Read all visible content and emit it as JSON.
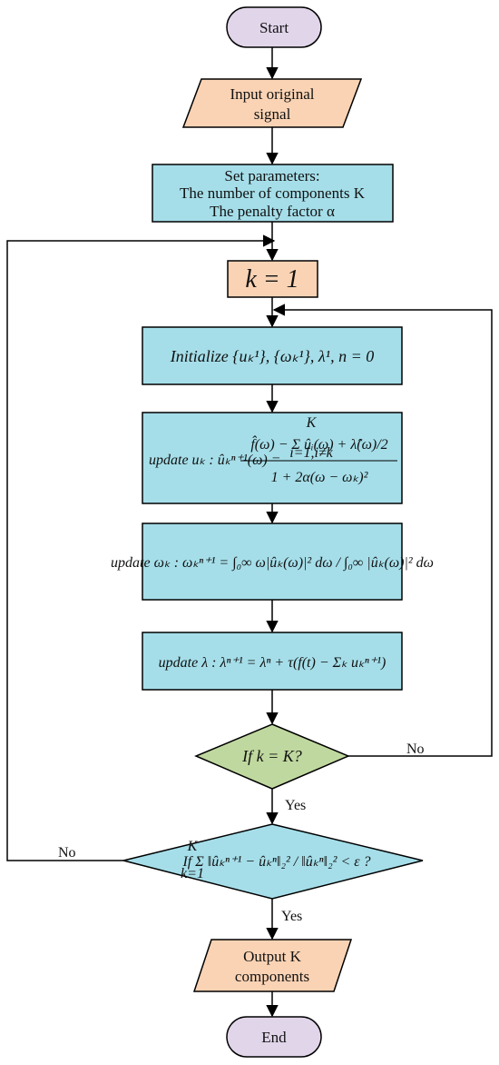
{
  "nodes": {
    "start": "Start",
    "input_line1": "Input original",
    "input_line2": "signal",
    "params_line1": "Set parameters:",
    "params_line2": "The number of components K",
    "params_line3": "The penalty factor α",
    "k_init": "k = 1",
    "initialize": "Initialize {uₖ¹}, {ωₖ¹}, λ¹, n = 0",
    "update_u_prefix": "update uₖ : ûₖⁿ⁺¹(ω) =",
    "update_u_numerator": "f̂(ω) − Σ ûᵢ(ω) + λ̂(ω)/2",
    "update_u_sum_top": "K",
    "update_u_sum_bottom": "i=1,i≠k",
    "update_u_denominator": "1 + 2α(ω − ωₖ)²",
    "update_omega": "update ωₖ : ωₖⁿ⁺¹ = ∫₀∞ ω|ûₖ(ω)|² dω / ∫₀∞ |ûₖ(ω)|² dω",
    "update_lambda": "update λ : λⁿ⁺¹ = λⁿ + τ(f(t) − Σₖ uₖⁿ⁺¹)",
    "decision1": "If k = K?",
    "decision2": "If Σ ‖ûₖⁿ⁺¹ − ûₖⁿ‖₂² / ‖ûₖⁿ‖₂² < ε ?",
    "decision2_sum_top": "K",
    "decision2_sum_bottom": "k=1",
    "output_line1": "Output K",
    "output_line2": "components",
    "end": "End"
  },
  "edge_labels": {
    "d1_no": "No",
    "d1_yes": "Yes",
    "d2_no": "No",
    "d2_yes": "Yes"
  },
  "colors": {
    "terminal_fill": "#E1D5EA",
    "io_fill": "#FAD3B4",
    "process_fill": "#A5DEE9",
    "decision1_fill": "#BFD89F",
    "decision2_fill": "#A5DEE9",
    "stroke": "#000000"
  }
}
